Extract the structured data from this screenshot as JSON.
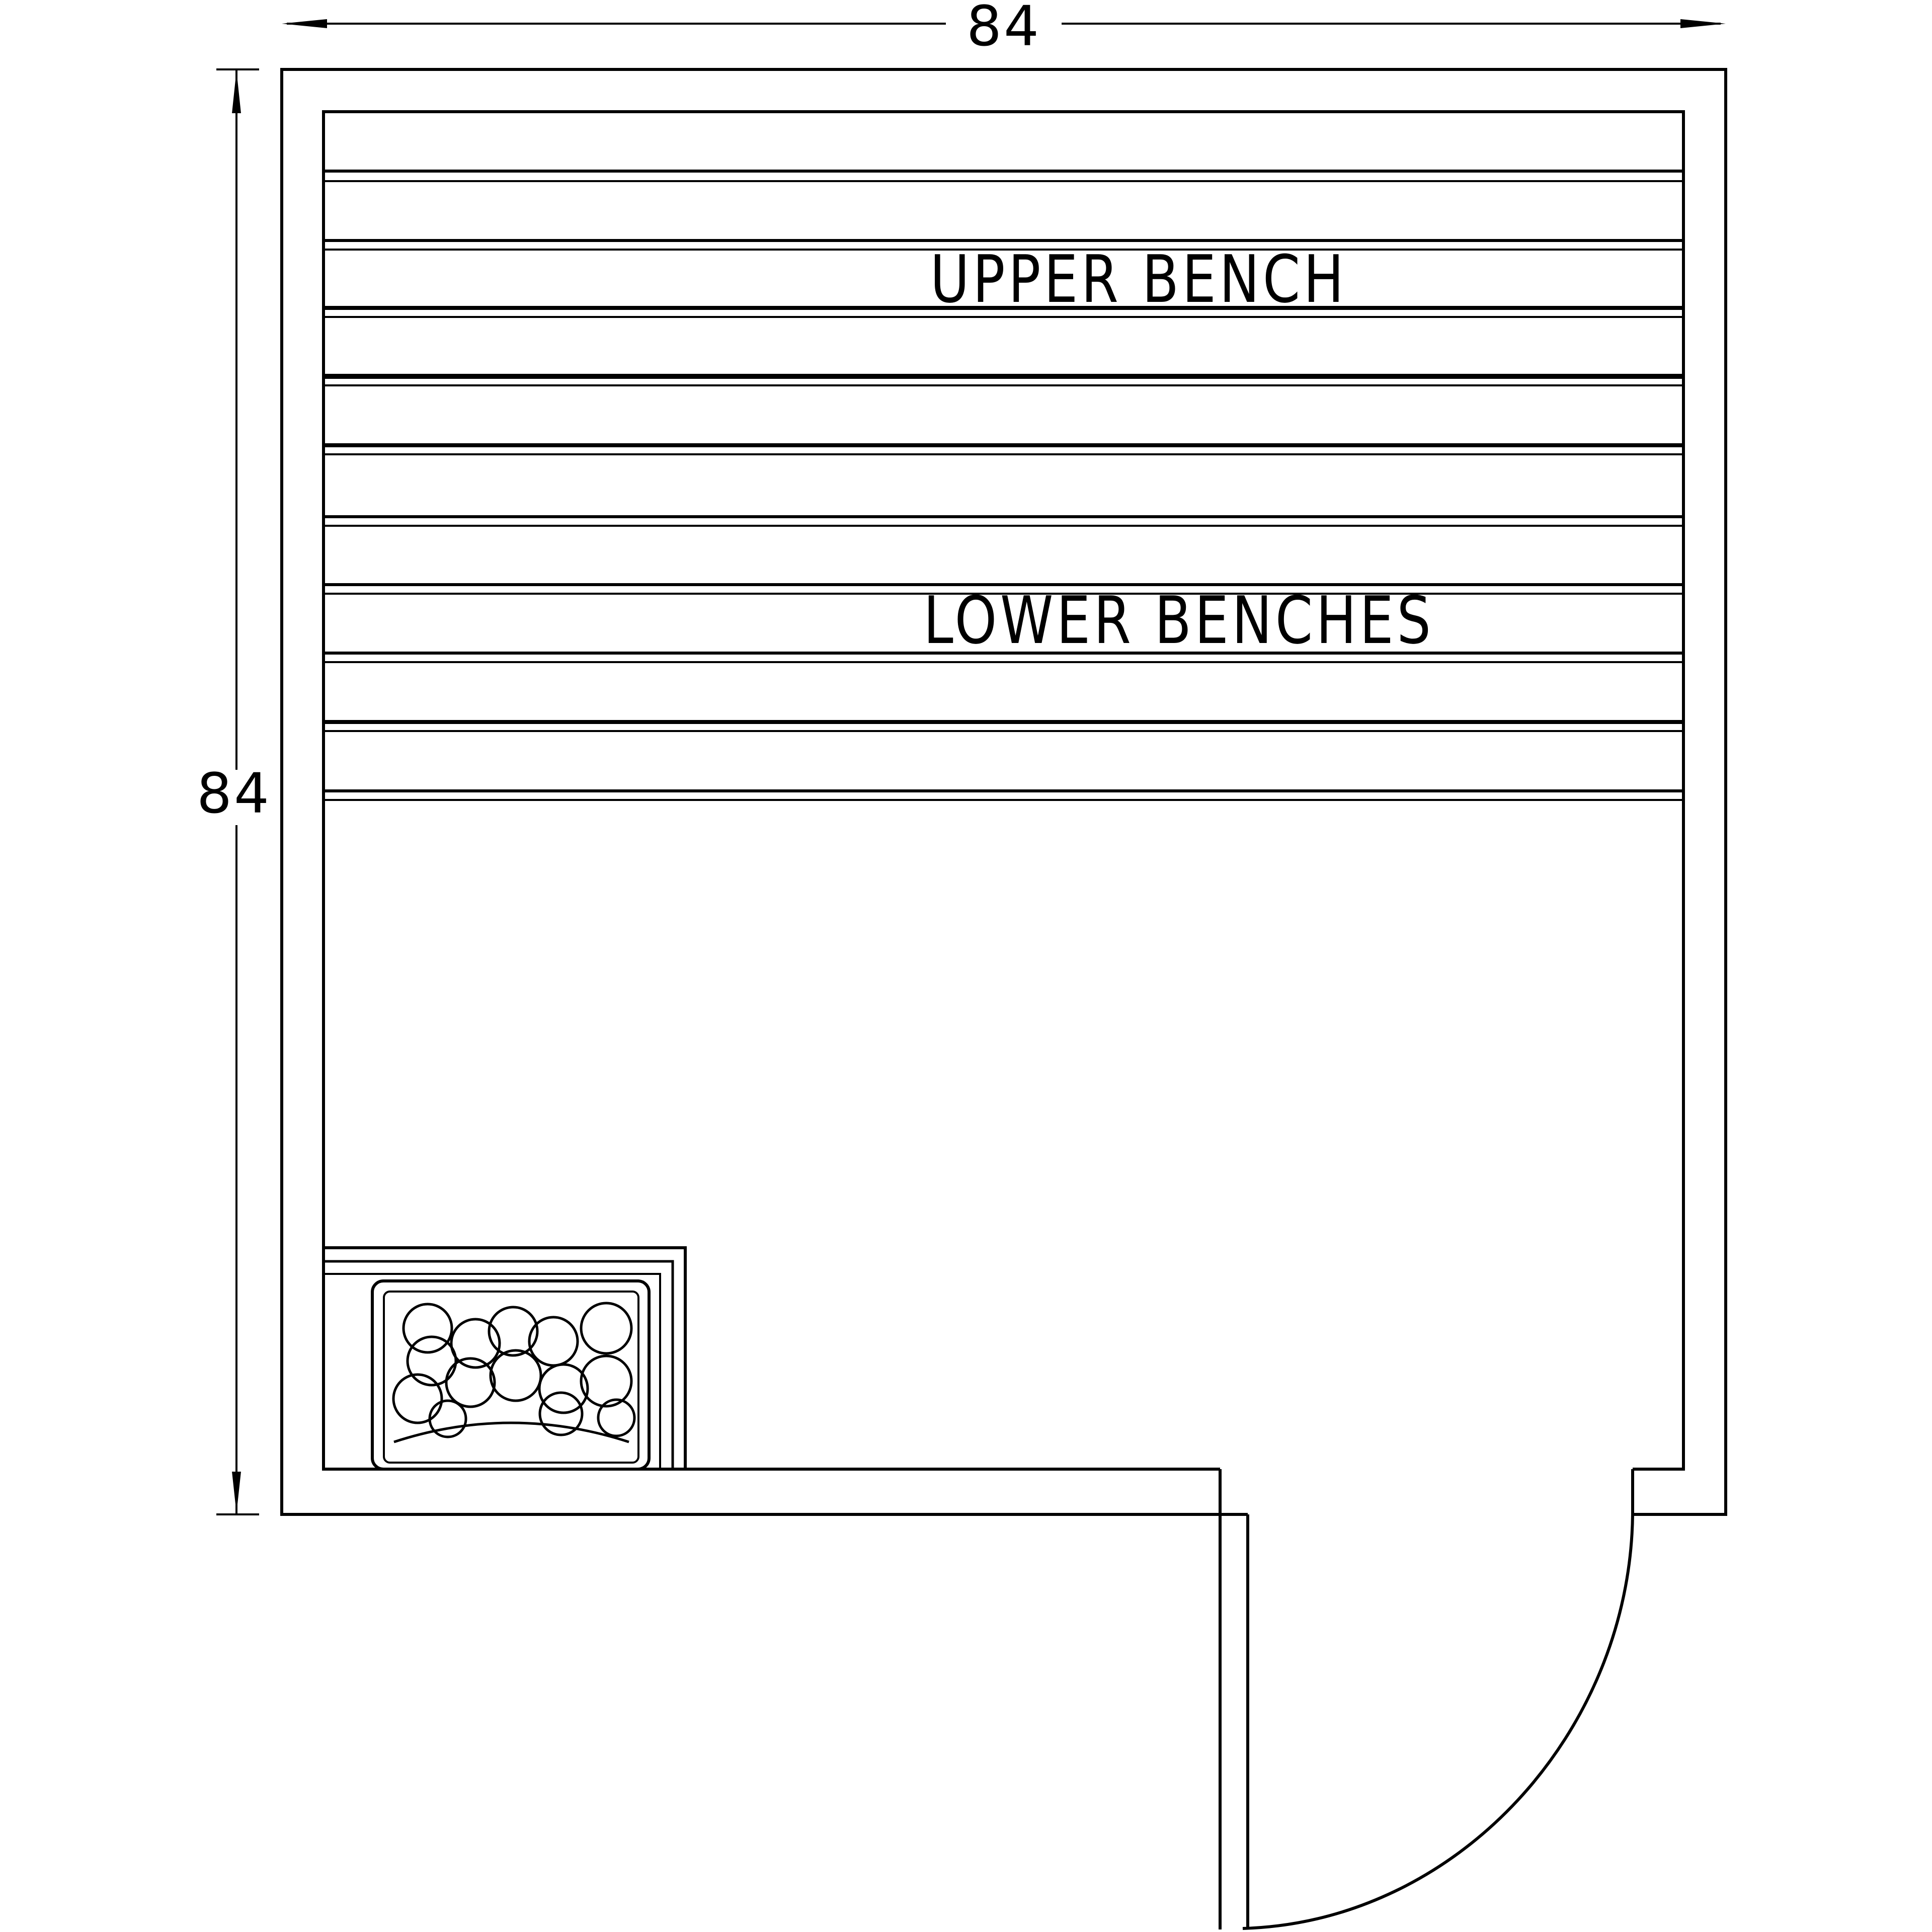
{
  "dimensions": {
    "width": "84",
    "height": "84"
  },
  "labels": {
    "upper_bench": "UPPER BENCH",
    "lower_benches": "LOWER BENCHES"
  },
  "colors": {
    "stroke": "#000000",
    "background": "#ffffff"
  }
}
